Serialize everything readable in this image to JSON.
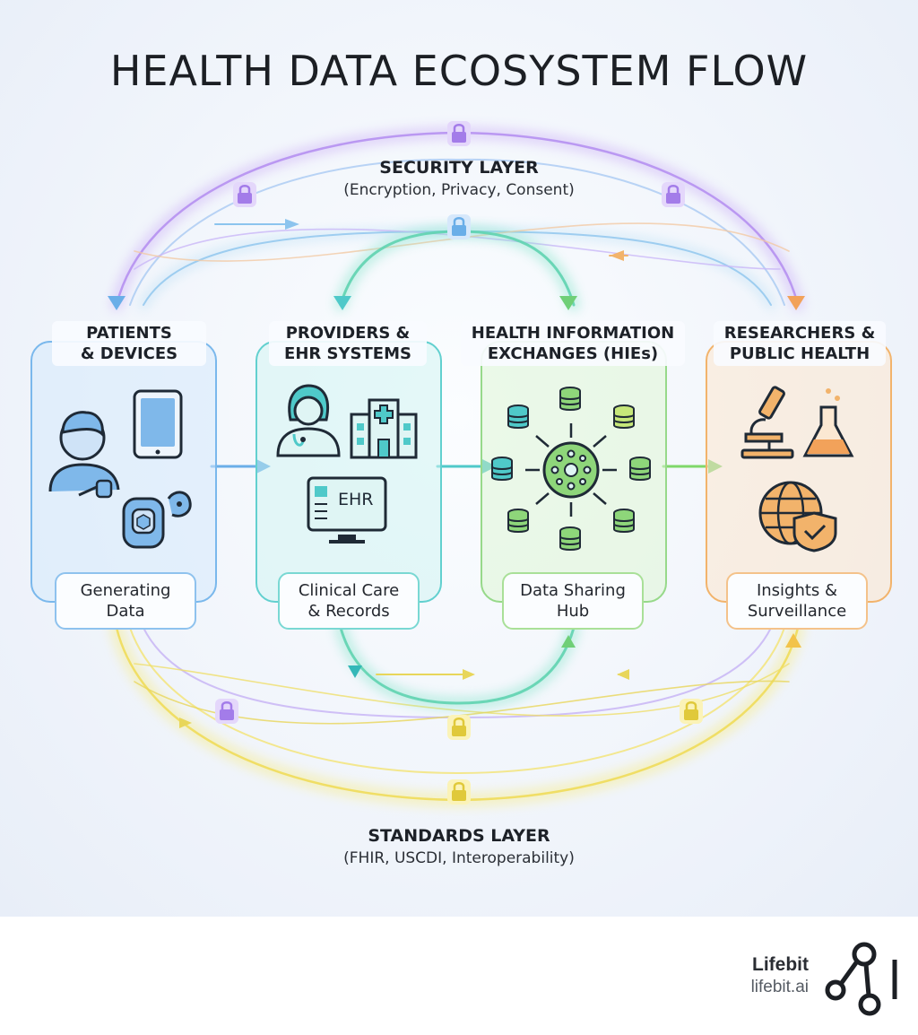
{
  "title": "HEALTH DATA ECOSYSTEM FLOW",
  "security_layer": {
    "title": "SECURITY LAYER",
    "subtitle": "(Encryption, Privacy, Consent)"
  },
  "standards_layer": {
    "title": "STANDARDS LAYER",
    "subtitle": "(FHIR, USCDI, Interoperability)"
  },
  "stages": [
    {
      "title_line1": "PATIENTS",
      "title_line2": "& DEVICES",
      "label_line1": "Generating",
      "label_line2": "Data",
      "color": "#6aaee8"
    },
    {
      "title_line1": "PROVIDERS &",
      "title_line2": "EHR SYSTEMS",
      "label_line1": "Clinical Care",
      "label_line2": "& Records",
      "color": "#4fc9c9",
      "ehr_text": "EHR"
    },
    {
      "title_line1": "HEALTH INFORMATION",
      "title_line2": "EXCHANGES (HIEs)",
      "label_line1": "Data Sharing",
      "label_line2": "Hub",
      "color": "#8ed67a"
    },
    {
      "title_line1": "RESEARCHERS &",
      "title_line2": "PUBLIC HEALTH",
      "label_line1": "Insights &",
      "label_line2": "Surveillance",
      "color": "#f2b36b"
    }
  ],
  "colors": {
    "security": "#b38cf0",
    "standards": "#f2e36a",
    "blue": "#6aaee8",
    "teal": "#4fc9c9",
    "green": "#8ed67a",
    "orange": "#f2b36b"
  },
  "footer": {
    "brand": "Lifebit",
    "url": "lifebit.ai"
  }
}
